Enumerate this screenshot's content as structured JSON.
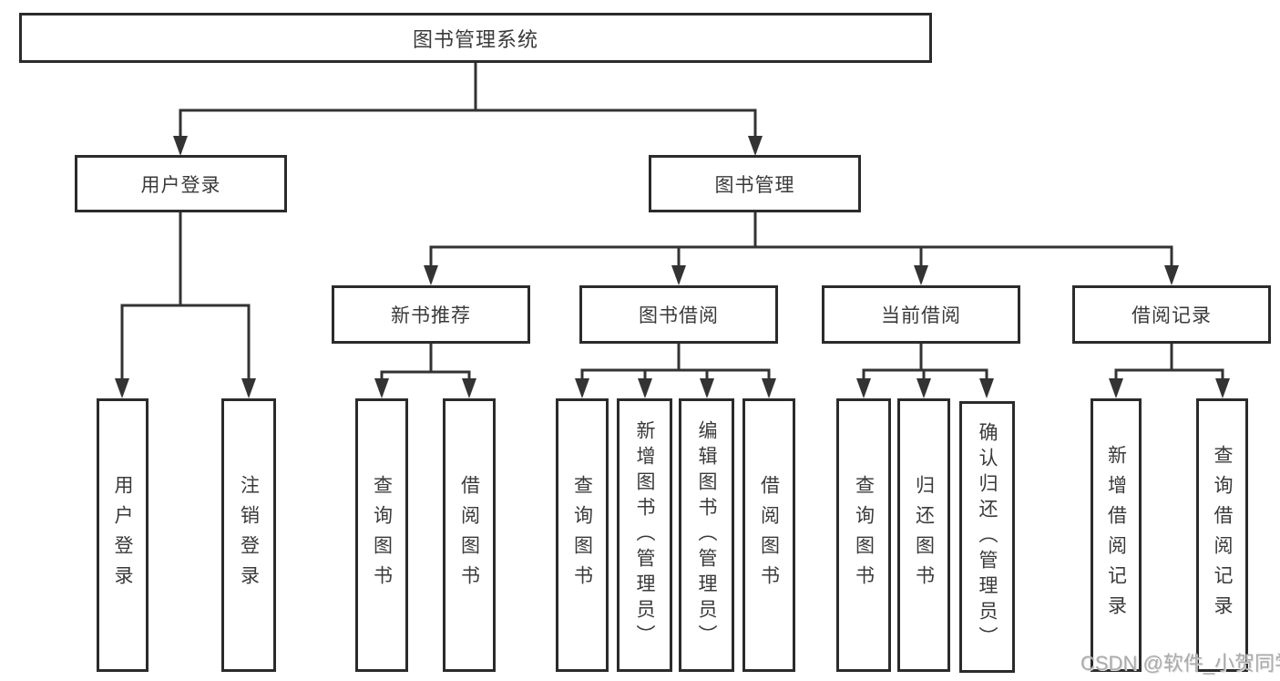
{
  "title": "图书管理系统",
  "branches": [
    {
      "label": "用户登录",
      "children": [
        "用户登录",
        "注销登录"
      ]
    },
    {
      "label": "图书管理",
      "children": [
        {
          "label": "新书推荐",
          "children": [
            "查询图书",
            "借阅图书"
          ]
        },
        {
          "label": "图书借阅",
          "children": [
            "查询图书",
            "新增图书（管理员）",
            "编辑图书（管理员）",
            "借阅图书"
          ]
        },
        {
          "label": "当前借阅",
          "children": [
            "查询图书",
            "归还图书",
            "确认归还（管理员）"
          ]
        },
        {
          "label": "借阅记录",
          "children": [
            "新增借阅记录",
            "查询借阅记录"
          ]
        }
      ]
    }
  ],
  "watermark": "CSDN @软件_小贺同学",
  "colors": {
    "background": "#ffffff",
    "line": "#333333",
    "box_border": "#2b2b2b",
    "text": "#3a3a3a",
    "watermark": "#ababab"
  }
}
